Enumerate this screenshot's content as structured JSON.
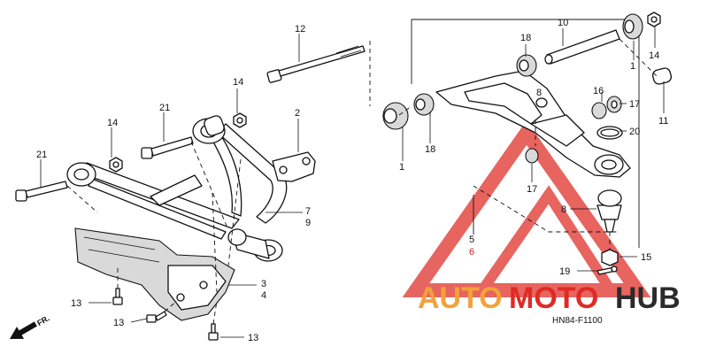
{
  "callouts": {
    "c1a": "1",
    "c1b": "1",
    "c2": "2",
    "c3": "3",
    "c4": "4",
    "c5": "5",
    "c6": "6",
    "c7": "7",
    "c8": "8",
    "c9": "9",
    "c10": "10",
    "c11": "11",
    "c12": "12",
    "c13a": "13",
    "c13b": "13",
    "c13c": "13",
    "c14a": "14",
    "c14b": "14",
    "c14c": "14",
    "c15": "15",
    "c16": "16",
    "c17a": "17",
    "c17b": "17",
    "c18a": "18",
    "c18b": "18",
    "c19": "19",
    "c20": "20",
    "c21a": "21",
    "c21b": "21"
  },
  "diagram_code": "HN84-F1100",
  "direction_marker": "FR.",
  "watermark": {
    "text_auto": "AUTO",
    "text_moto": "MOTO",
    "text_hub": "HUB",
    "color_red": "#e02a24",
    "color_orange": "#f2a23a",
    "color_dark": "#2b2b2b"
  }
}
